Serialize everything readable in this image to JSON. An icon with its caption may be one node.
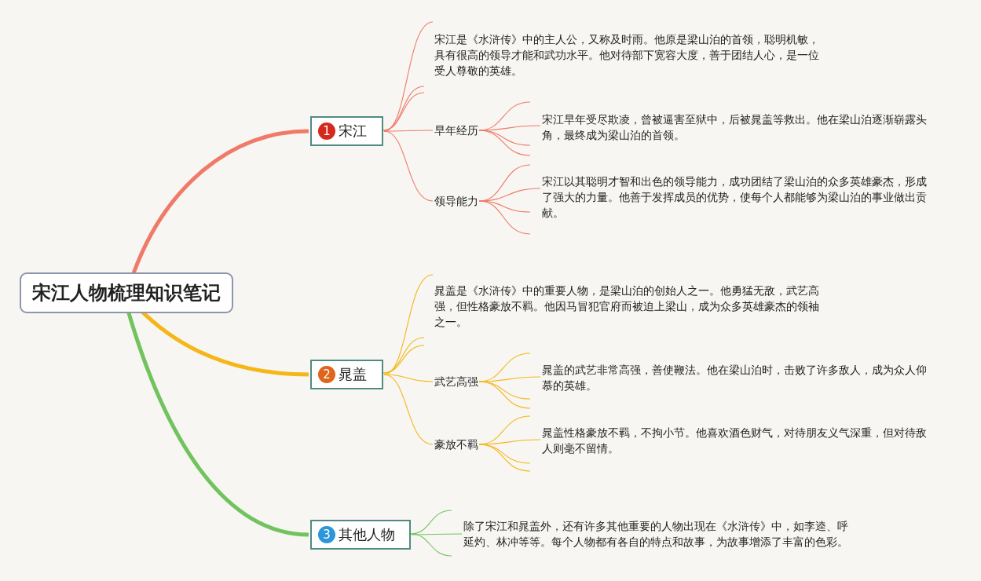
{
  "diagram": {
    "nodes": [
      {
        "text": [
          "宋江人物梳理知识笔记"
        ]
      },
      {
        "text": [
          "1",
          "宋江"
        ]
      },
      {
        "text": [
          "宋江是《水浒传》中的主人公，又称及时雨。他原是梁山泊的首领，聪明机敏，具有很高的领导才能和武功水平。他对待部下宽容大度，善于团结人心，是一位受人尊敬的英雄。"
        ]
      },
      {
        "text": [
          "早年经历"
        ]
      },
      {
        "text": [
          "宋江早年受尽欺凌，曾被逼害至狱中，后被晁盖等救出。他在梁山泊逐渐崭露头角，最终成为梁山泊的首领。"
        ]
      },
      {
        "text": [
          "领导能力"
        ]
      },
      {
        "text": [
          "宋江以其聪明才智和出色的领导能力，成功团结了梁山泊的众多英雄豪杰，形成了强大的力量。他善于发挥成员的优势，使每个人都能够为梁山泊的事业做出贡献。"
        ]
      },
      {
        "text": [
          "2",
          "晁盖"
        ]
      },
      {
        "text": [
          "晁盖是《水浒传》中的重要人物，是梁山泊的创始人之一。他勇猛无敌，武艺高强，但性格豪放不羁。他因马冒犯官府而被迫上梁山，成为众多英雄豪杰的领袖之一。"
        ]
      },
      {
        "text": [
          "武艺高强"
        ]
      },
      {
        "text": [
          "晁盖的武艺非常高强，善使鞭法。他在梁山泊时，击败了许多敌人，成为众人仰慕的英雄。"
        ]
      },
      {
        "text": [
          "豪放不羁"
        ]
      },
      {
        "text": [
          "晁盖性格豪放不羁，不拘小节。他喜欢酒色财气，对待朋友义气深重，但对待敌人则毫不留情。"
        ]
      },
      {
        "text": [
          "3",
          "其他人物"
        ]
      },
      {
        "text": [
          "除了宋江和晁盖外，还有许多其他重要的人物出现在《水浒传》中，如李逵、呼延灼、林冲等等。每个人物都有各自的特点和故事，为故事增添了丰富的色彩。"
        ]
      }
    ],
    "edges": [
      {
        "from": 0,
        "to": 1,
        "arrow": "none",
        "style": "thick",
        "color": "#f07a68"
      },
      {
        "from": 1,
        "to": 2,
        "arrow": "none",
        "color": "#f07a68"
      },
      {
        "from": 1,
        "to": 3,
        "arrow": "none",
        "color": "#f07a68"
      },
      {
        "from": 3,
        "to": 4,
        "arrow": "none",
        "color": "#f07a68"
      },
      {
        "from": 1,
        "to": 5,
        "arrow": "none",
        "color": "#f07a68"
      },
      {
        "from": 5,
        "to": 6,
        "arrow": "none",
        "color": "#f07a68"
      },
      {
        "from": 0,
        "to": 7,
        "arrow": "none",
        "style": "thick",
        "color": "#f5b617"
      },
      {
        "from": 7,
        "to": 8,
        "arrow": "none",
        "color": "#f5b617"
      },
      {
        "from": 7,
        "to": 9,
        "arrow": "none",
        "color": "#f5b617"
      },
      {
        "from": 9,
        "to": 10,
        "arrow": "none",
        "color": "#f5b617"
      },
      {
        "from": 7,
        "to": 11,
        "arrow": "none",
        "color": "#f5b617"
      },
      {
        "from": 11,
        "to": 12,
        "arrow": "none",
        "color": "#f5b617"
      },
      {
        "from": 0,
        "to": 13,
        "arrow": "none",
        "style": "thick",
        "color": "#72c35e"
      },
      {
        "from": 13,
        "to": 14,
        "arrow": "none",
        "color": "#72c35e"
      }
    ]
  }
}
